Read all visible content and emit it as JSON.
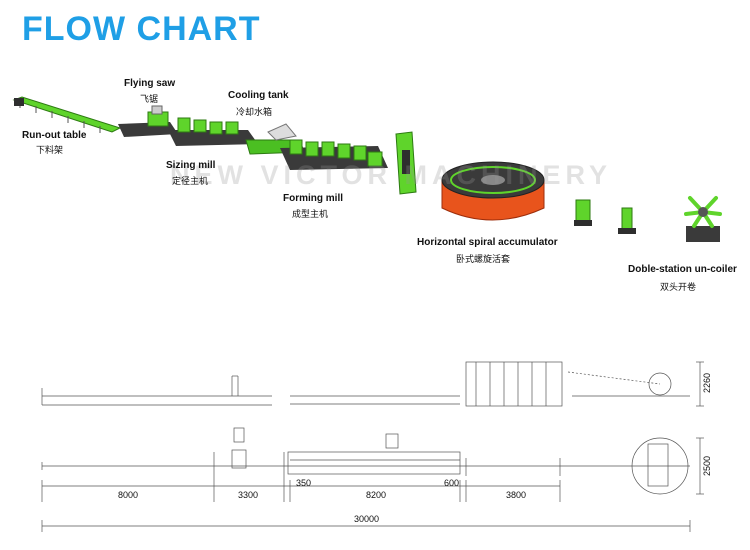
{
  "title": "FLOW CHART",
  "watermark": "NEW VICTOR MACHINERY",
  "colors": {
    "title": "#1f9fe6",
    "machine_green": "#5fd42b",
    "machine_dark": "#3a3a3a",
    "accumulator_orange": "#e8541c"
  },
  "components": [
    {
      "id": "runout",
      "label": "Run-out table",
      "label_zh": "下料架"
    },
    {
      "id": "saw",
      "label": "Flying saw",
      "label_zh": "飞锯"
    },
    {
      "id": "cooling",
      "label": "Cooling tank",
      "label_zh": "冷却水箱"
    },
    {
      "id": "sizing",
      "label": "Sizing mill",
      "label_zh": "定径主机"
    },
    {
      "id": "forming",
      "label": "Forming mill",
      "label_zh": "成型主机"
    },
    {
      "id": "accumulator",
      "label": "Horizontal spiral accumulator",
      "label_zh": "卧式螺旋活套"
    },
    {
      "id": "uncoiler",
      "label": "Doble-station un-coiler",
      "label_zh": "双头开卷"
    }
  ],
  "dimensions": {
    "segments": [
      "8000",
      "3300",
      "350",
      "8200",
      "600",
      "3800"
    ],
    "total": "30000",
    "height_side": "2260",
    "width_top": "2500"
  }
}
